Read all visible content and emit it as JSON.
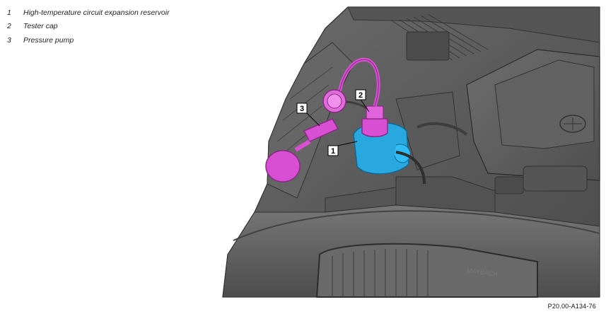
{
  "legend": {
    "items": [
      {
        "number": "1",
        "text": "High-temperature circuit expansion reservoir"
      },
      {
        "number": "2",
        "text": "Tester cap"
      },
      {
        "number": "3",
        "text": "Pressure pump"
      }
    ]
  },
  "callouts": {
    "c1": "1",
    "c2": "2",
    "c3": "3"
  },
  "grille_badge": "MAYBACH",
  "figure_code": "P20.00-A134-76",
  "colors": {
    "engine_bay": "#5e5e5e",
    "engine_dark": "#3a3a3a",
    "highlight_magenta": "#d94fd3",
    "highlight_cyan": "#29a8e0"
  }
}
